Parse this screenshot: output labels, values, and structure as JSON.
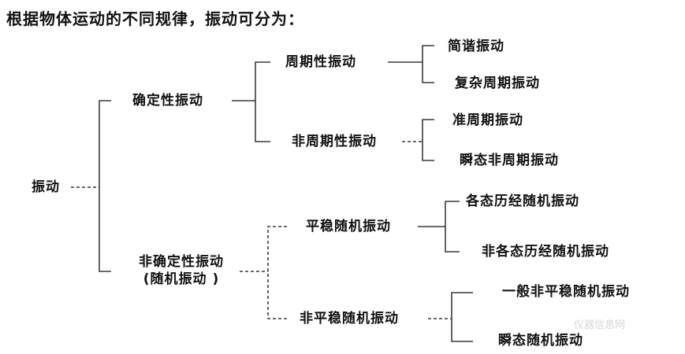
{
  "heading": "根据物体运动的不同规律，振动可分为：",
  "tree": {
    "root": "振动",
    "deterministic": {
      "label": "确定性振动",
      "periodic": {
        "label": "周期性振动",
        "leaves": [
          "简谐振动",
          "复杂周期振动"
        ]
      },
      "aperiodic": {
        "label": "非周期性振动",
        "leaves": [
          "准周期振动",
          "瞬态非周期振动"
        ]
      }
    },
    "random": {
      "label_line1": "非确定性振动",
      "label_line2": "(随机振动 )",
      "stationary": {
        "label": "平稳随机振动",
        "leaves": [
          "各态历经随机振动",
          "非各态历经随机振动"
        ]
      },
      "nonstationary": {
        "label": "非平稳随机振动",
        "leaves": [
          "一般非平稳随机振动",
          "瞬态随机振动"
        ]
      }
    }
  },
  "watermark": "仪器信息网"
}
